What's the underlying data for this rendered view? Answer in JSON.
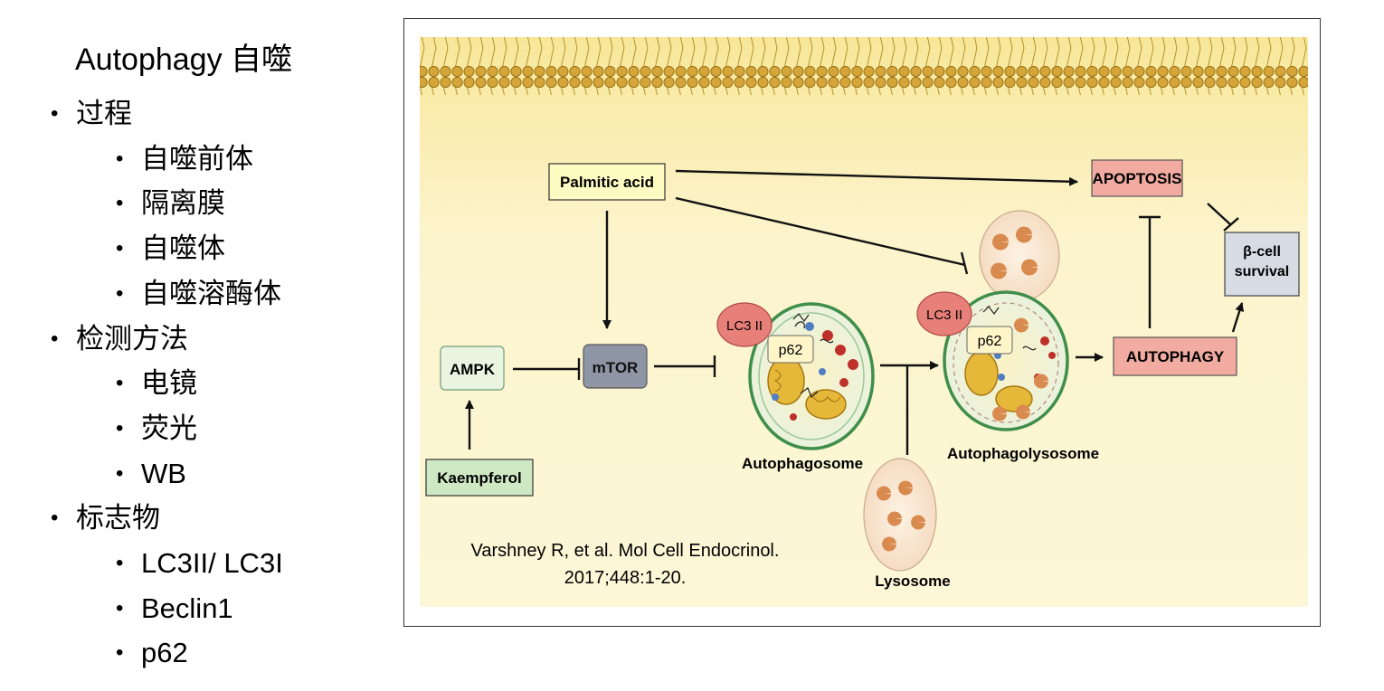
{
  "outline": {
    "title": "Autophagy 自噬",
    "items": [
      {
        "level": 1,
        "text": "过程"
      },
      {
        "level": 2,
        "text": "自噬前体"
      },
      {
        "level": 2,
        "text": "隔离膜"
      },
      {
        "level": 2,
        "text": "自噬体"
      },
      {
        "level": 2,
        "text": "自噬溶酶体"
      },
      {
        "level": 1,
        "text": "检测方法"
      },
      {
        "level": 2,
        "text": "电镜"
      },
      {
        "level": 2,
        "text": "荧光"
      },
      {
        "level": 2,
        "text": "WB"
      },
      {
        "level": 1,
        "text": "标志物"
      },
      {
        "level": 2,
        "text": "LC3II/ LC3I"
      },
      {
        "level": 2,
        "text": "Beclin1"
      },
      {
        "level": 2,
        "text": "p62"
      }
    ],
    "bullet_char": "•"
  },
  "figure": {
    "palmitic_acid": "Palmitic acid",
    "apoptosis": "APOPTOSIS",
    "beta_cell_line1": "β-cell",
    "beta_cell_line2": "survival",
    "ampk": "AMPK",
    "mtor": "mTOR",
    "kaempferol": "Kaempferol",
    "lc3_left": "LC3 II",
    "p62_left": "p62",
    "lc3_right": "LC3 II",
    "p62_right": "p62",
    "autophagy": "AUTOPHAGY",
    "autophagosome": "Autophagosome",
    "autophagolysosome": "Autophagolysosome",
    "lysosome": "Lysosome",
    "citation_line1": "Varshney R, et al. Mol Cell Endocrinol.",
    "citation_line2": "2017;448:1-20.",
    "colors": {
      "background": "#fbf3c6",
      "membrane": "#d9a92b",
      "yellow_box": "#fefbc2",
      "red_box": "#f1aba1",
      "green_box": "#cfe8c4",
      "gray_box": "#d7dbe4",
      "mtor_box": "#8e95a4",
      "lc3_badge": "#e8807a",
      "vesicle_ring": "#3f8e4a"
    }
  }
}
